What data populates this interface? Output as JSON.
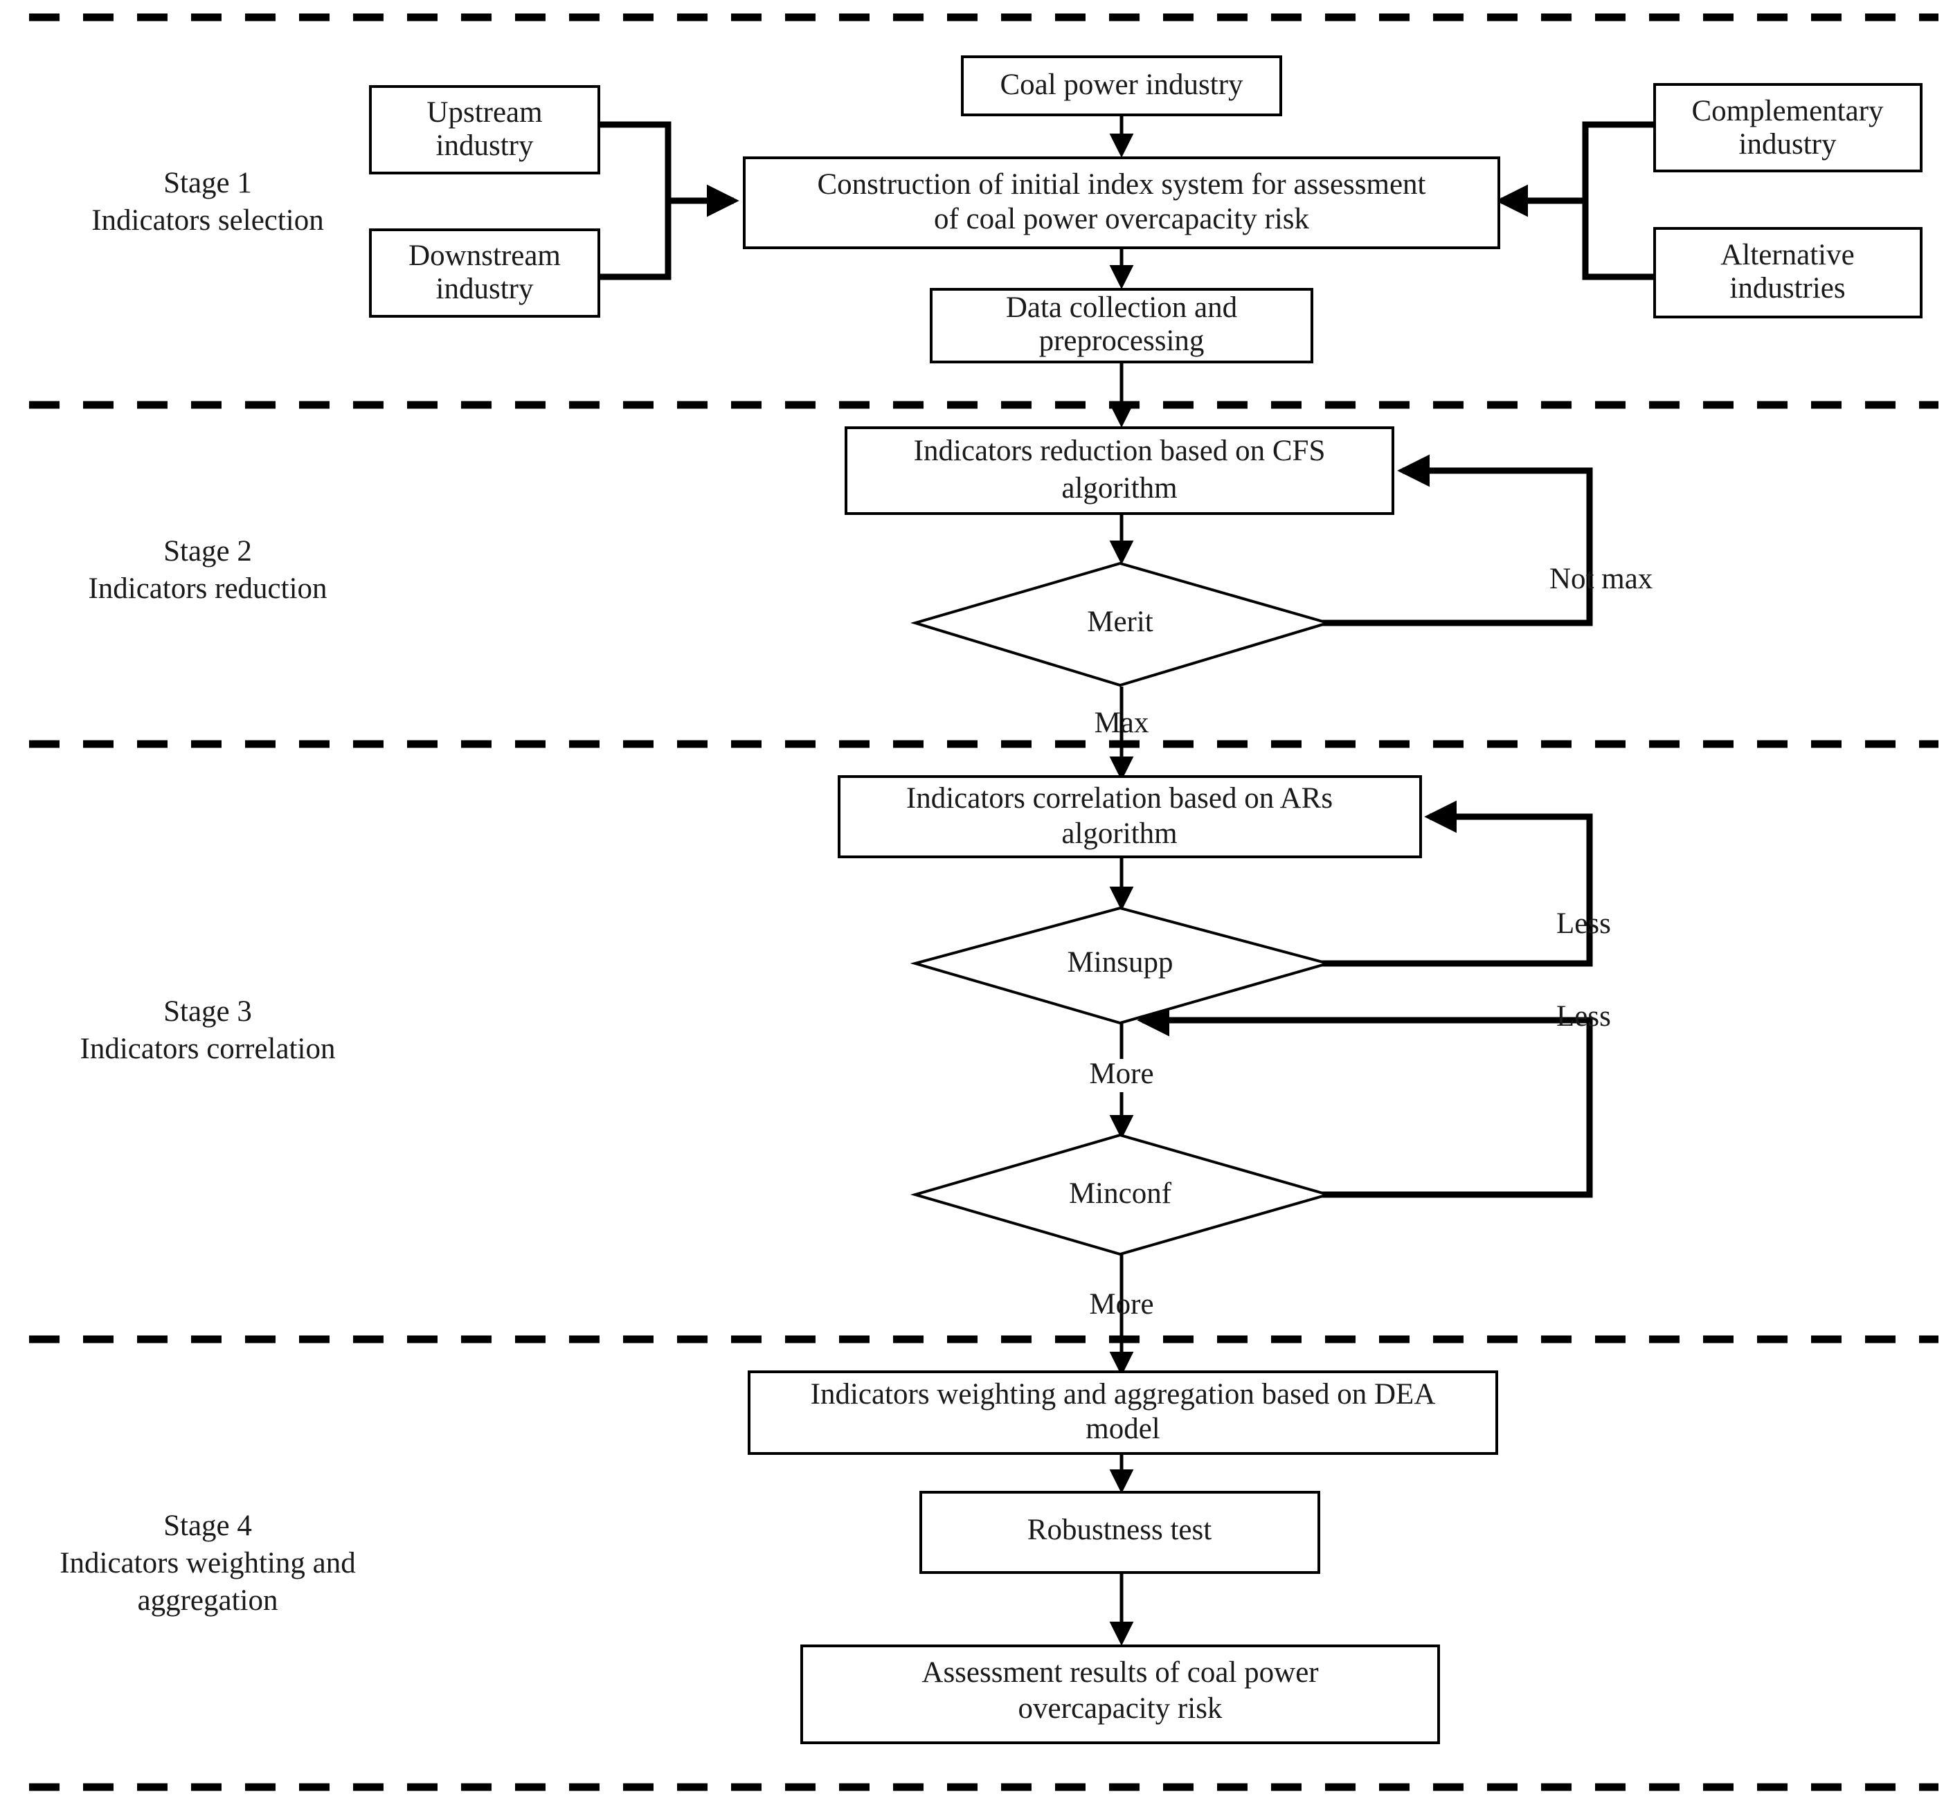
{
  "figure": {
    "kind": "flowchart",
    "title": "Four-stage framework for assessment of coal power overcapacity risk",
    "background": "#ffffff",
    "line_color": "#000000",
    "text_color": "#1a1a1a"
  },
  "stages": [
    {
      "id": "stage1",
      "line1": "Stage 1",
      "line2": "Indicators selection",
      "line3": ""
    },
    {
      "id": "stage2",
      "line1": "Stage 2",
      "line2": "Indicators reduction",
      "line3": ""
    },
    {
      "id": "stage3",
      "line1": "Stage 3",
      "line2": "Indicators correlation",
      "line3": ""
    },
    {
      "id": "stage4",
      "line1": "Stage 4",
      "line2": "Indicators weighting and",
      "line3": "aggregation"
    }
  ],
  "nodes": {
    "upstream": {
      "line1": "Upstream",
      "line2": "industry"
    },
    "downstream": {
      "line1": "Downstream",
      "line2": "industry"
    },
    "coal_power": {
      "line1": "Coal power industry",
      "line2": ""
    },
    "complementary": {
      "line1": "Complementary",
      "line2": "industry"
    },
    "alternative": {
      "line1": "Alternative",
      "line2": "industries"
    },
    "construction": {
      "line1": "Construction of initial index system for assessment",
      "line2": "of coal power overcapacity risk"
    },
    "data_collection": {
      "line1": "Data collection and",
      "line2": "preprocessing"
    },
    "cfs": {
      "line1": "Indicators reduction based on CFS",
      "line2": "algorithm"
    },
    "merit": {
      "line1": "Merit",
      "line2": ""
    },
    "ars": {
      "line1": "Indicators correlation based on ARs",
      "line2": "algorithm"
    },
    "minsupp": {
      "line1": "Minsupp",
      "line2": ""
    },
    "minconf": {
      "line1": "Minconf",
      "line2": ""
    },
    "dea": {
      "line1": "Indicators weighting and aggregation based on DEA",
      "line2": "model"
    },
    "robustness": {
      "line1": "Robustness test",
      "line2": ""
    },
    "results": {
      "line1": "Assessment results of coal power",
      "line2": "overcapacity risk"
    }
  },
  "edge_labels": {
    "not_max": "Not max",
    "max": "Max",
    "less_supp": "Less",
    "less_conf": "Less",
    "more_supp": "More",
    "more_conf": "More"
  }
}
